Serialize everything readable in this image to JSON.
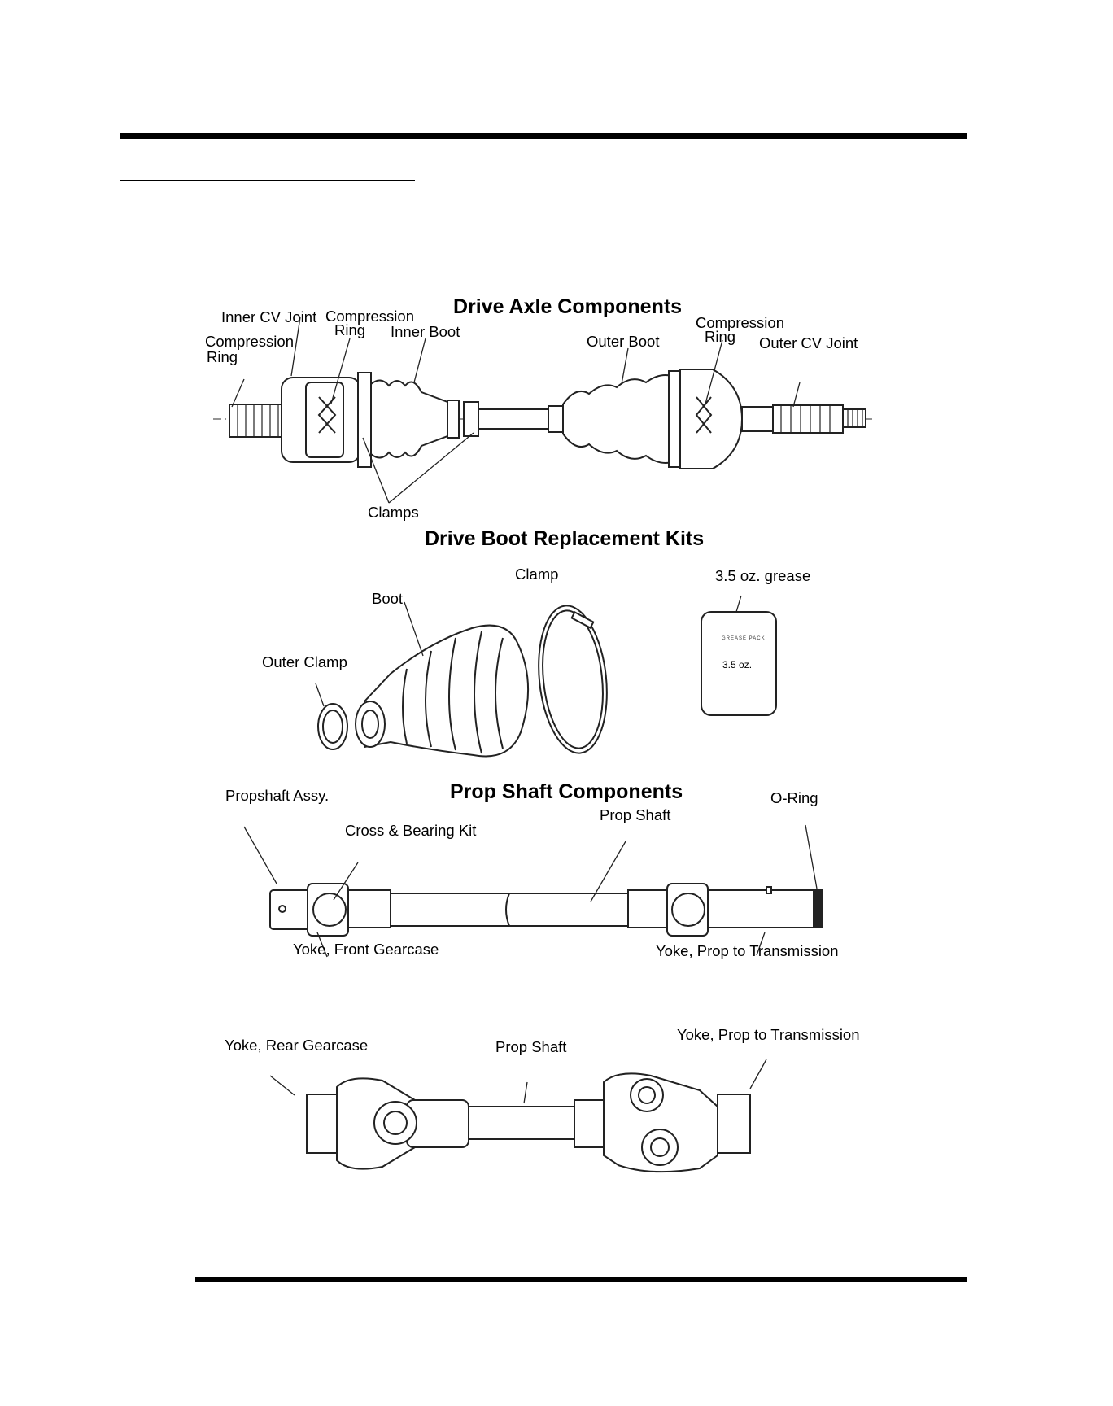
{
  "sections": {
    "drive_axle": {
      "title": "Drive Axle Components",
      "labels": {
        "inner_cv_joint": "Inner CV Joint",
        "compression_ring_top_1": "Compression",
        "compression_ring_top_2": "Ring",
        "compression_ring_left_1": "Compression",
        "compression_ring_left_2": "Ring",
        "inner_boot": "Inner Boot",
        "outer_boot": "Outer Boot",
        "compression_ring_right_1": "Compression",
        "compression_ring_right_2": "Ring",
        "outer_cv_joint": "Outer CV Joint",
        "clamps": "Clamps"
      }
    },
    "boot_kits": {
      "title": "Drive Boot Replacement Kits",
      "labels": {
        "clamp": "Clamp",
        "grease": "3.5 oz. grease",
        "boot": "Boot",
        "outer_clamp": "Outer Clamp",
        "packet_text": "3.5 oz."
      }
    },
    "prop_shaft": {
      "title": "Prop Shaft Components",
      "labels": {
        "propshaft_assy": "Propshaft Assy.",
        "o_ring": "O-Ring",
        "prop_shaft": "Prop Shaft",
        "cross_bearing_kit": "Cross & Bearing Kit",
        "yoke_front_gearcase": "Yoke, Front Gearcase",
        "yoke_prop_to_transmission": "Yoke, Prop to Transmission"
      }
    },
    "rear_prop_shaft": {
      "labels": {
        "yoke_rear_gearcase": "Yoke, Rear Gearcase",
        "prop_shaft": "Prop Shaft",
        "yoke_prop_to_transmission": "Yoke, Prop to Transmission"
      }
    }
  }
}
